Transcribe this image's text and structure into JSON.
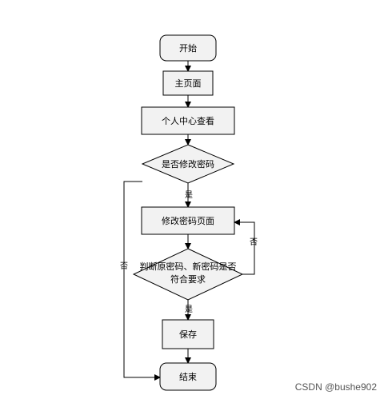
{
  "nodes": {
    "start": "开始",
    "home": "主页面",
    "personal_center": "个人中心查看",
    "decision_modify": "是否修改密码",
    "modify_page": "修改密码页面",
    "decision_check_line1": "判断原密码、新密码是否",
    "decision_check_line2": "符合要求",
    "save": "保存",
    "end": "结束"
  },
  "edges": {
    "yes1": "是",
    "no1": "否",
    "yes2": "是",
    "no2": "否"
  },
  "watermark": "CSDN @bushe902",
  "colors": {
    "fill": "#f2f2f2",
    "stroke": "#000000"
  }
}
